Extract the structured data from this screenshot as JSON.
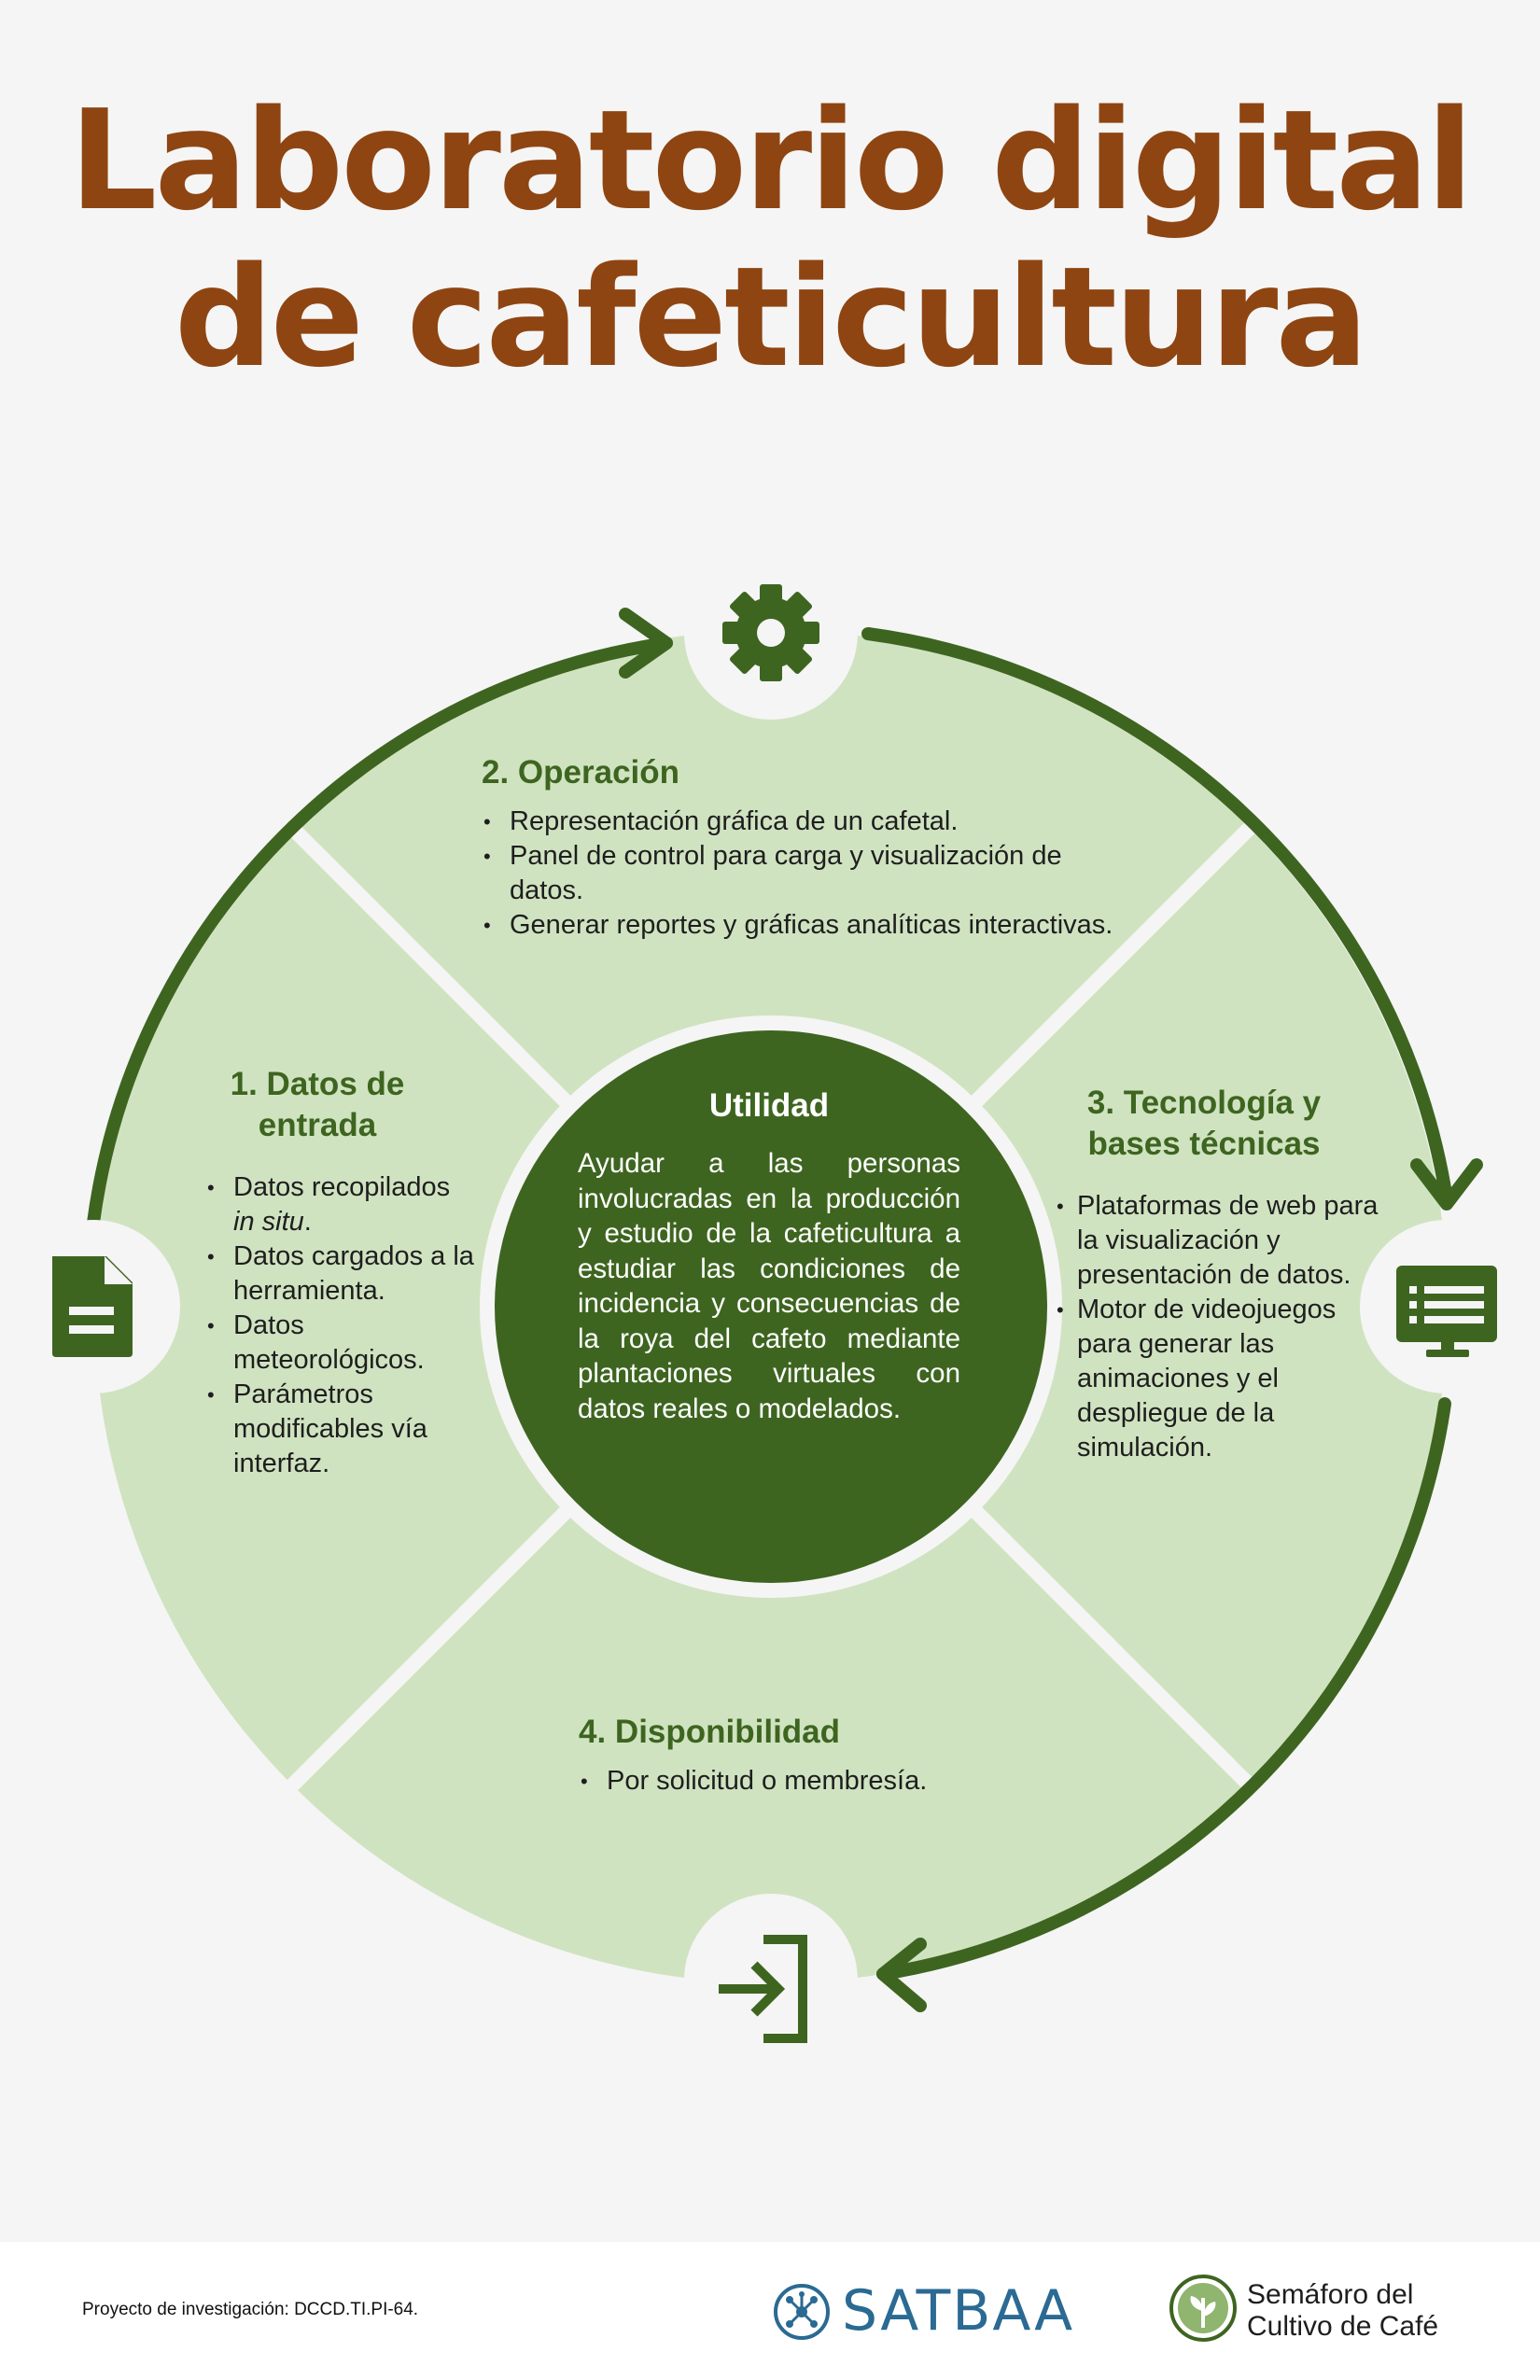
{
  "title": {
    "line1": "Laboratorio digital",
    "line2": "de cafeticultura"
  },
  "center": {
    "heading": "Utilidad",
    "text": "Ayudar a las personas involucradas en la producción y estudio de la cafeticultura a estudiar las condiciones de incidencia y consecuencias de la roya del cafeto mediante plantaciones virtuales con datos reales o modelados."
  },
  "sections": {
    "datos_entrada": {
      "title": "1. Datos de entrada",
      "items": [
        {
          "text": "Datos recopilados ",
          "em": "in situ",
          "suffix": "."
        },
        {
          "text": "Datos cargados a la herramienta."
        },
        {
          "text": "Datos meteorológicos."
        },
        {
          "text": "Parámetros modificables vía interfaz."
        }
      ]
    },
    "operacion": {
      "title": "2. Operación",
      "items": [
        {
          "text": "Representación gráfica de un cafetal."
        },
        {
          "text": "Panel de control para carga y visualización de datos."
        },
        {
          "text": "Generar reportes y gráficas analíticas interactivas."
        }
      ]
    },
    "tecnologia": {
      "title": "3. Tecnología y bases técnicas",
      "items": [
        {
          "text": "Plataformas de web para la visualización y presentación de datos."
        },
        {
          "text": "Motor de videojuegos para generar las animaciones y el despliegue de la simulación."
        }
      ]
    },
    "disponibilidad": {
      "title": "4. Disponibilidad",
      "items": [
        {
          "text": "Por solicitud o membresía."
        }
      ]
    }
  },
  "icons": {
    "top": "gear-icon",
    "left": "document-icon",
    "right": "list-window-icon",
    "bottom": "login-arrow-icon"
  },
  "footer": {
    "project": "Proyecto de investigación: DCCD.TI.PI-64.",
    "logo1": "SATBAA",
    "logo2_line1": "Semáforo del",
    "logo2_line2": "Cultivo de Café"
  },
  "colors": {
    "title": "#8e4512",
    "dark_green": "#3e6520",
    "light_green": "#d0e3c1",
    "background": "#f5f5f5"
  }
}
